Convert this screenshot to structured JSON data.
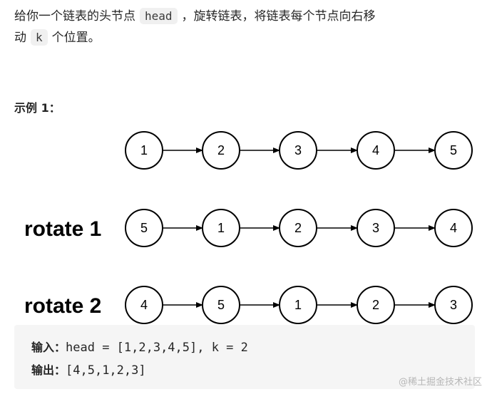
{
  "description": {
    "part1": "给你一个链表的头节点",
    "code1": "head",
    "part2": "，旋转链表，将链表每个节点向右移",
    "part3": "动",
    "code2": "k",
    "part4": "个位置。"
  },
  "example_heading": "示例 1：",
  "diagram": {
    "rows": [
      {
        "label": "",
        "nodes": [
          "1",
          "2",
          "3",
          "4",
          "5"
        ]
      },
      {
        "label": "rotate 1",
        "nodes": [
          "5",
          "1",
          "2",
          "3",
          "4"
        ]
      },
      {
        "label": "rotate 2",
        "nodes": [
          "4",
          "5",
          "1",
          "2",
          "3"
        ]
      }
    ]
  },
  "io": {
    "input_label": "输入：",
    "input_value": "head = [1,2,3,4,5], k = 2",
    "output_label": "输出：",
    "output_value": "[4,5,1,2,3]"
  },
  "watermark": "@稀土掘金技术社区"
}
